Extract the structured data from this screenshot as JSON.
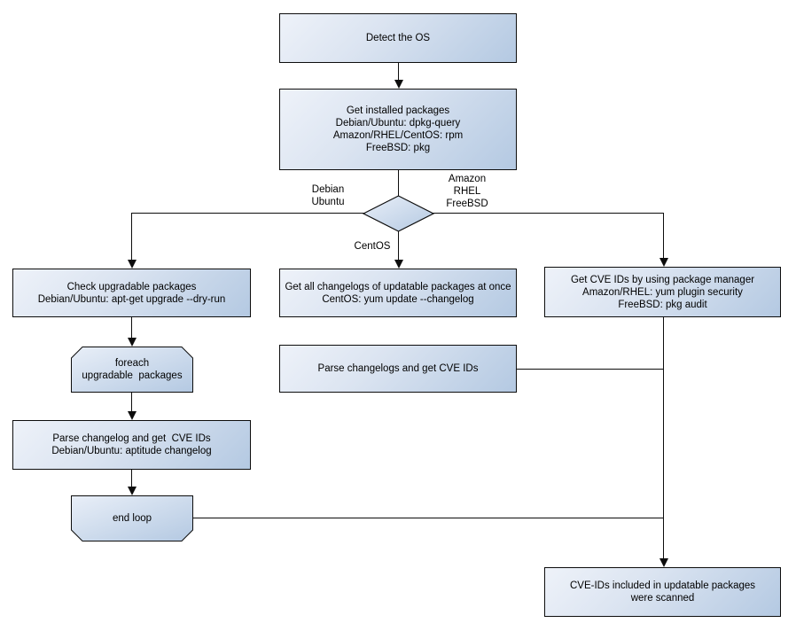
{
  "diagram": {
    "nodes": {
      "detect_os": "Detect the OS",
      "get_installed": "Get installed packages\nDebian/Ubuntu: dpkg-query\nAmazon/RHEL/CentOS: rpm\nFreeBSD: pkg",
      "check_upgradable": "Check upgradable packages\nDebian/Ubuntu: apt-get upgrade --dry-run",
      "foreach_loop": "foreach\nupgradable  packages",
      "parse_changelog_deb": "Parse changelog and get  CVE IDs\nDebian/Ubuntu: aptitude changelog",
      "end_loop": "end loop",
      "get_all_changelogs": "Get all changelogs of updatable packages at once\nCentOS: yum update --changelog",
      "parse_changelogs_centos": "Parse changelogs and get CVE IDs",
      "get_cve_pkg_manager": "Get CVE IDs by using package manager\nAmazon/RHEL: yum plugin security\nFreeBSD: pkg audit",
      "result": "CVE-IDs included in updatable packages\nwere scanned"
    },
    "edge_labels": {
      "left_branch": "Debian\nUbuntu",
      "right_branch": "Amazon\nRHEL\nFreeBSD",
      "bottom_branch": "CentOS"
    },
    "colors": {
      "node_fill_light": "#eef2f9",
      "node_fill_dark": "#b4c9e2",
      "border": "#0d0d0d",
      "background": "#ffffff",
      "text": "#000000"
    }
  }
}
